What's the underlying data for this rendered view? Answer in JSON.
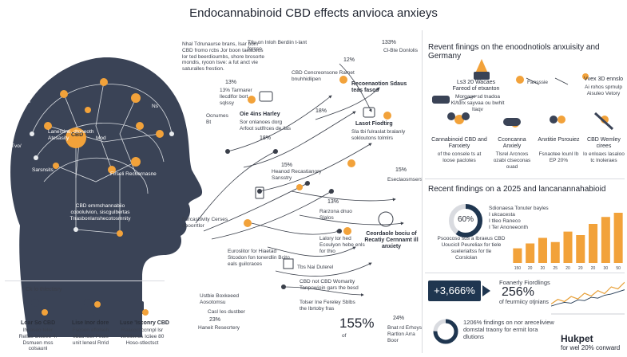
{
  "title": "Endocannabinoid CBD effects anvioca anxieys",
  "head": {
    "top_note": "Nhal Tdrunaurse brans, Isar bom CBD fromo rcbs Jor boon taeaceos lor ted beerdioumbs, shore brosorte mondis, ryoon Isve: a fut anct vie saturalles frestion.",
    "brain_label": "CBD",
    "small_labels": [
      "Hs",
      "Mod",
      "Ns",
      "Sarsnsits"
    ],
    "left_labels": [
      "Ch",
      "Tvo/",
      "Lanersine, dtoneoth Atesasity"
    ],
    "lower_label": "Firseli Recoernasne",
    "bottom_block": "CBD emmchannabiio cooolulvion, siscgulbertas Trrasbonlanshecotosmnity"
  },
  "network": {
    "texts": [
      {
        "id": "t1",
        "text": "Ttlu on Inloh Berdiin t-lant forsso"
      },
      {
        "id": "t2",
        "text": "CBD Cencreonsone Ramet bnuhhidlipen"
      },
      {
        "id": "t3",
        "text": "13% Tarmarer llecdlfor bort sqlssy"
      },
      {
        "id": "t4",
        "text": "Ocnumes Bt"
      },
      {
        "id": "t5",
        "text": "Oie 4ins Harley"
      },
      {
        "id": "t6",
        "text": "Sor onlanoes dorg Arfoot sutlfrces de ilas"
      },
      {
        "id": "t7",
        "text": "Recoenaotion Sdaus teas fasos"
      },
      {
        "id": "t8",
        "text": "Lasot Fiodtirg"
      },
      {
        "id": "t9",
        "text": "Sla tbi fulraslat bralanly sokloutons tolmlrs"
      },
      {
        "id": "t10",
        "text": "Heanod Recastianory Sansstry"
      },
      {
        "id": "t11",
        "text": "Furcasttivity Cerses dooorrtlor"
      },
      {
        "id": "t12",
        "text": "Rarzona dnuo Slalos"
      },
      {
        "id": "t13",
        "text": "Lalory tor hed Ecoulyon hebe enls for thio"
      },
      {
        "id": "t14",
        "text": "Ceordaole bociu of Recatiy Cernnamt ill anxiety"
      },
      {
        "id": "t15",
        "text": "Euroslitor for Hiaetad Stcodon fon tonerdlin Bcito eals guilcraces"
      },
      {
        "id": "t16",
        "text": "Tbs Nai Duterel"
      },
      {
        "id": "t17",
        "text": "CBD not CBD Womarity Tanpowioin gars the besd"
      },
      {
        "id": "t18",
        "text": "Ustbie Boxkeeed Aosotomsu"
      },
      {
        "id": "t19",
        "text": "Tolser Ine Fereley Sblbs the Ibrtoby fras"
      },
      {
        "id": "t20",
        "text": "Casl Ies dustber"
      },
      {
        "id": "t21",
        "text": "Cl-Bte Donlolis"
      },
      {
        "id": "t22",
        "text": "Bnat rd Erhoys Rartlon Arra Boor"
      },
      {
        "id": "t23",
        "text": "Haneit Resecrtery"
      },
      {
        "id": "t24",
        "text": "Eseclaosmsers"
      }
    ],
    "percents": [
      "133%",
      "12%",
      "13%",
      "18%",
      "18%",
      "15%",
      "15%",
      "13%",
      "23%",
      "24%"
    ],
    "bottom_stat": "155%",
    "bottom_stat_label": "of"
  },
  "bottom_left": {
    "title": "Ck lo thlectisry",
    "items": [
      {
        "label": "Loar So CBD",
        "sub": "lhuaseo teler Rellas cnseve 4. Dsmuen mss colsaunl"
      },
      {
        "label": "Lise Inor dore",
        "sub": "Fscoen aflolseh ebac loet Peuis unit lenesl Rrrid"
      },
      {
        "label": "Luse 'Isconry CBD",
        "sub": "Raacccl ccnnpl lsr Wreilenos Iciiee 80 Hoso-stlectsct"
      }
    ]
  },
  "right_top": {
    "heading": "Revent finings on the enoodnotiols anxuisity and Germany",
    "items": [
      {
        "label": "Ls3 20 Wacaes Fareod of etxanton",
        "sub": "Morgage sd tnadoa Kl/tdrx sayvaa ou bwhlt ltaqv"
      },
      {
        "label": "Fansssie",
        "sub": ""
      },
      {
        "label": "Vvex 3D ennslo",
        "sub": "Ai rohos sprnulp Aisuleo Vetory"
      },
      {
        "label": "Cannabinoid CBD and Fanxiety",
        "sub": "of the consele ts at loose paclotes"
      },
      {
        "label": "Cconcanna Anxiely",
        "sub": "Tlsrel Arcnoxs ozabi ctseconas ouad"
      },
      {
        "label": "Anxtitie Psrouiez",
        "sub": "Fsnaotee lounl Ib EP 20%"
      },
      {
        "label": "CBD Wemley cirees",
        "sub": "lo enloaxs lasaloo tc lnoleraes"
      }
    ]
  },
  "right_middle": {
    "heading": "Recent findings on a 2025 and lancanannahabioid",
    "donut_label": "60%",
    "donut_value": 0.6,
    "legend": [
      "Sdionaesa Tonuter bayles",
      "I ukcacesta",
      "I tlleo Raneco",
      "I Ter Anoneeonth"
    ],
    "caption": "Psoocoso sus a Ibraeus CBD Uoucicll Peureliax for tiele suelerialtss for tle",
    "caption2": "Corslolan"
  },
  "right_bottom": {
    "stat_box": "+3,666%",
    "stat_title": "Foanerly Fiordlings",
    "stat_big": "256%",
    "stat_sub": "of feurmiicy otjnians",
    "line_title": "Hukpet",
    "line_sub": "for wel 20% conward",
    "donut_text": "1206% findings on nor areceliview domstal traony for ermit lora dlutions",
    "donut_value": 0.75
  },
  "chart_data": [
    {
      "type": "bar",
      "title": "",
      "categories": [
        "150",
        "20",
        "20",
        "25",
        "20",
        "20",
        "20",
        "30",
        "50"
      ],
      "values": [
        2.1,
        2.8,
        3.6,
        3.0,
        4.5,
        4.0,
        5.6,
        6.6,
        7.2
      ],
      "ylim": [
        0,
        8
      ],
      "grid": false,
      "colors": {
        "bars": "#f2a23a"
      }
    },
    {
      "type": "line",
      "title": "",
      "x": [
        1,
        2,
        3,
        4,
        5,
        6,
        7,
        8,
        9,
        10,
        11,
        12
      ],
      "series": [
        {
          "values": [
            2.0,
            3.1,
            2.6,
            3.8,
            3.2,
            4.6,
            3.9,
            5.2,
            4.5,
            6.1,
            5.6,
            7.2
          ]
        },
        {
          "values": [
            1.5,
            2.0,
            2.4,
            2.2,
            3.0,
            2.8,
            3.6,
            3.4,
            4.1,
            4.4,
            4.9,
            5.4
          ]
        }
      ],
      "ylim": [
        0,
        8
      ],
      "grid": false,
      "colors": {
        "series0": "#e8a038",
        "series1": "#1f3650"
      }
    }
  ],
  "colors": {
    "head": "#3a4356",
    "node": "#f2a23a",
    "line": "#3a3f4a",
    "accent": "#1f3650"
  }
}
